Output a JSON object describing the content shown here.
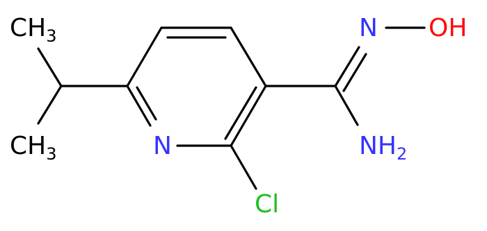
{
  "molecule": {
    "atoms": {
      "ch3_top": {
        "symbol": "CH",
        "subscript": "3",
        "color": "#000000"
      },
      "ch3_bottom": {
        "symbol": "CH",
        "subscript": "3",
        "color": "#000000"
      },
      "ring_n": {
        "symbol": "N",
        "subscript": "",
        "color": "#3333ff"
      },
      "chlorine": {
        "symbol": "Cl",
        "subscript": "",
        "color": "#1fbf1f"
      },
      "oxime_n": {
        "symbol": "N",
        "subscript": "",
        "color": "#3333ff"
      },
      "hydroxyl": {
        "symbol": "OH",
        "subscript": "",
        "color": "#ff0d0d"
      },
      "amine": {
        "symbol": "NH",
        "subscript": "2",
        "color": "#3333ff"
      }
    }
  }
}
